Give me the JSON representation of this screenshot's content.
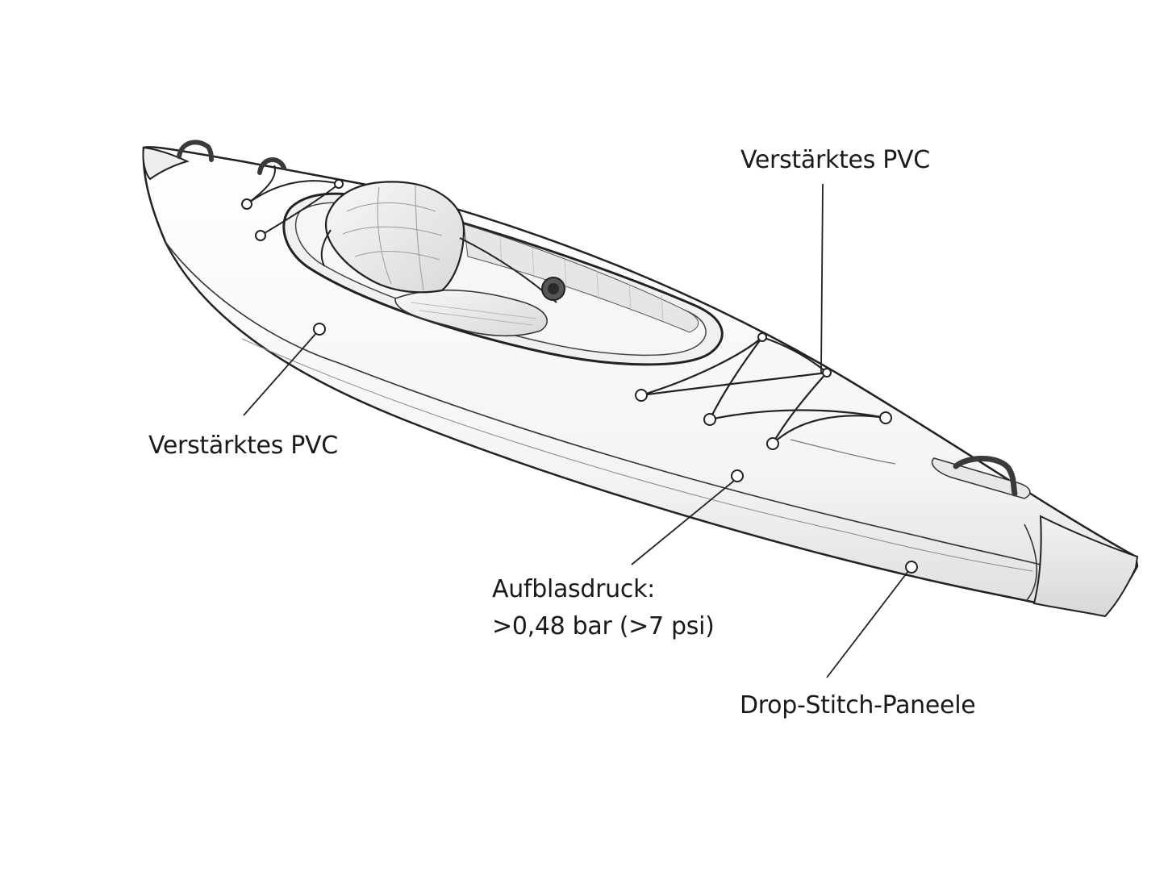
{
  "diagram": {
    "subject": "inflatable-kayak",
    "labels": {
      "top_material": "Verstärktes PVC",
      "side_material": "Verstärktes PVC",
      "pressure_line1": "Aufblasdruck:",
      "pressure_line2": ">0,48 bar (>7 psi)",
      "panels": "Drop-Stitch-Paneele"
    },
    "colors": {
      "outline": "#222222",
      "hull_fill": "#f7f7f7",
      "shade": "#e4e4e4",
      "handle": "#3a3a3a",
      "text": "#1a1a1a"
    }
  }
}
